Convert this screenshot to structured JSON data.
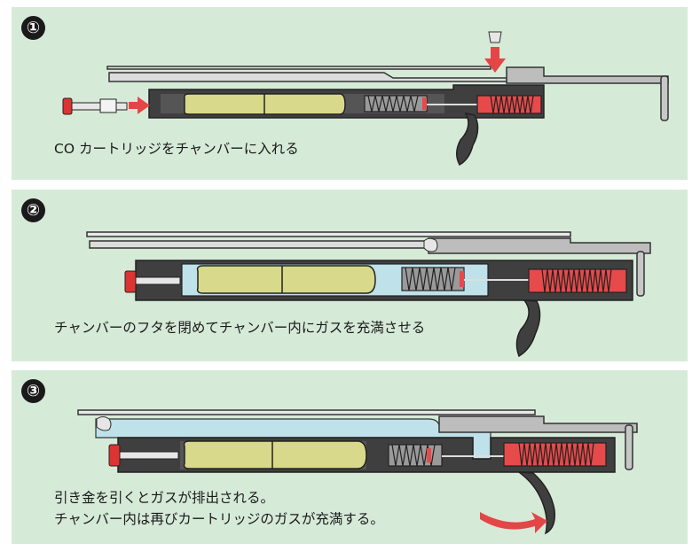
{
  "colors": {
    "panel_bg": "#d6ead8",
    "metal_dark": "#3f3f3f",
    "metal_light": "#c7c7c7",
    "cartridge": "#d8d98a",
    "gas": "#bfe2ea",
    "accent_red": "#e64a4a",
    "arrow_red": "#e44646"
  },
  "steps": [
    {
      "number": "①",
      "caption_lines": [
        "CO カートリッジをチャンバーに入れる"
      ]
    },
    {
      "number": "②",
      "caption_lines": [
        "チャンバーのフタを閉めてチャンバー内にガスを充満させる"
      ]
    },
    {
      "number": "③",
      "caption_lines": [
        "引き金を引くとガスが排出される。",
        "チャンバー内は再びカートリッジのガスが充満する。"
      ]
    }
  ]
}
